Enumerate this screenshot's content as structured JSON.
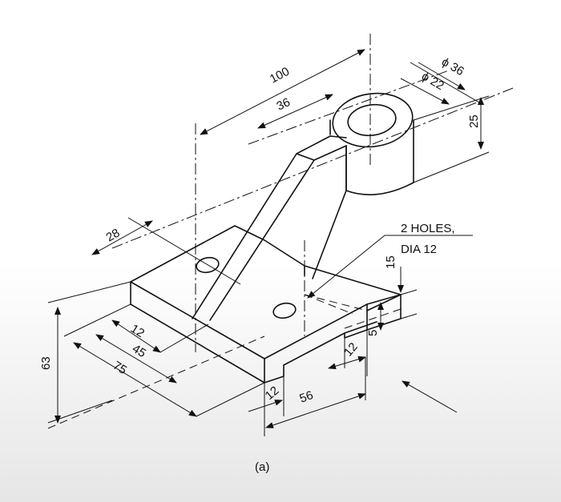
{
  "dims": {
    "d100": "100",
    "d36": "36",
    "dia36": "ϕ 36",
    "dia22": "ϕ 22",
    "d25": "25",
    "d28": "28",
    "d15": "15",
    "d5": "5",
    "d12_right": "12",
    "d12_left": "12",
    "d45": "45",
    "d75": "75",
    "d63": "63",
    "d12_bottom": "12",
    "d56": "56"
  },
  "note": {
    "line1": "2 HOLES,",
    "line2": "DIA 12"
  },
  "caption": "(a)"
}
